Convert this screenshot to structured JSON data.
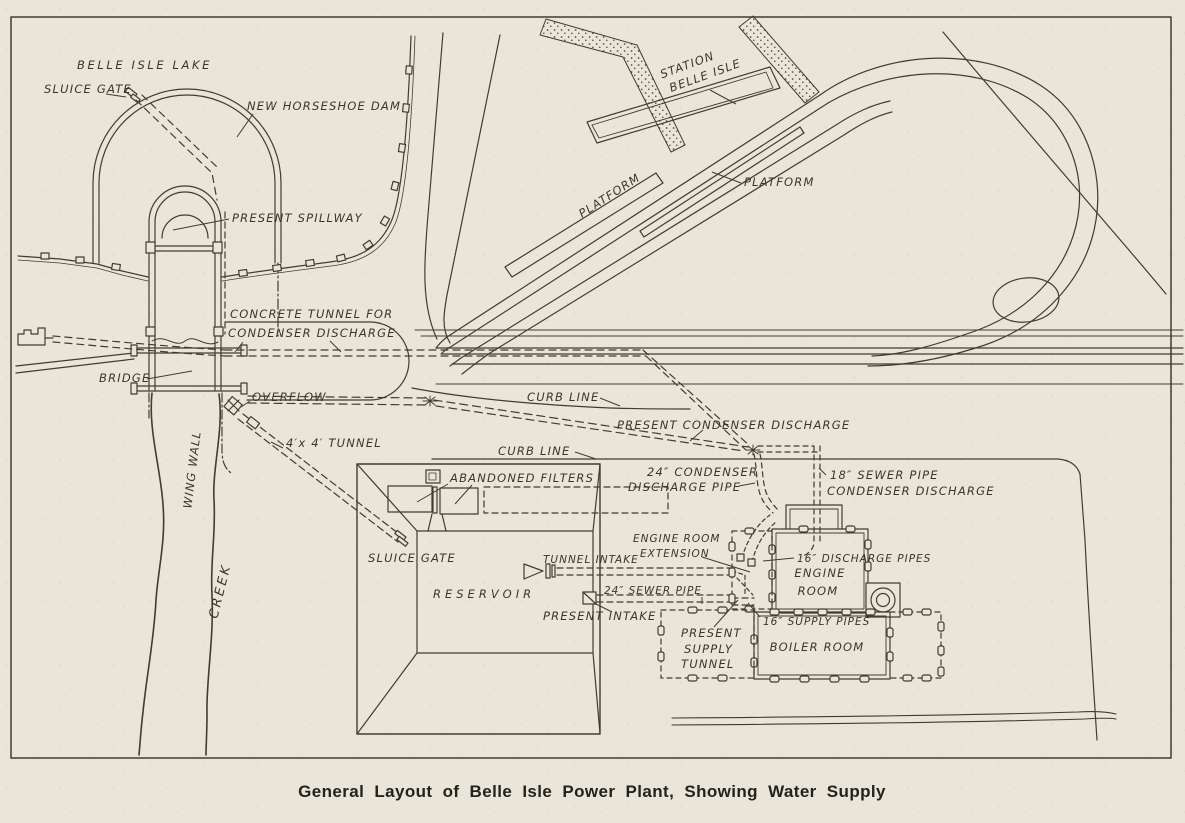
{
  "figure": {
    "caption": "General Layout of Belle Isle Power Plant, Showing Water Supply",
    "type": "scanned engineering plan drawing"
  },
  "colors": {
    "paper": "#e9e6d9",
    "ink": "#403d2e",
    "text_ink": "#393627",
    "caption_ink": "#23221c"
  },
  "labels": {
    "belle_isle_lake": "BELLE ISLE LAKE",
    "sluice_gate_lake": "SLUICE GATE",
    "new_horseshoe_dam": "NEW HORSESHOE DAM",
    "present_spillway": "PRESENT SPILLWAY",
    "station_line1": "STATION",
    "station_line2": "BELLE ISLE",
    "platform_diagonal": "PLATFORM",
    "platform_horizontal": "PLATFORM",
    "concrete_tunnel_line1": "CONCRETE TUNNEL FOR",
    "concrete_tunnel_line2": "CONDENSER DISCHARGE",
    "bridge": "BRIDGE",
    "overflow": "OVERFLOW",
    "wing_wall": "WING WALL",
    "tunnel_4x4": "4′x 4′ TUNNEL",
    "curb_line_upper": "CURB LINE",
    "curb_line_lower": "CURB LINE",
    "present_condenser_discharge": "PRESENT CONDENSER DISCHARGE",
    "pipe24_line1": "24″ CONDENSER",
    "pipe24_line2": "DISCHARGE PIPE",
    "sewer18_line1": "18″ SEWER PIPE",
    "sewer18_line2": "CONDENSER DISCHARGE",
    "abandoned_filters": "ABANDONED FILTERS",
    "sluice_gate_reservoir": "SLUICE GATE",
    "reservoir": "RESERVOIR",
    "tunnel_intake": "TUNNEL INTAKE",
    "sewer_pipe_24": "24″ SEWER PIPE",
    "present_intake": "PRESENT INTAKE",
    "engine_room_ext_line1": "ENGINE ROOM",
    "engine_room_ext_line2": "EXTENSION",
    "discharge_pipes_16": "16″ DISCHARGE PIPES",
    "engine_room_line1": "ENGINE",
    "engine_room_line2": "ROOM",
    "supply_pipes_16": "16″ SUPPLY PIPES",
    "boiler_room": "BOILER ROOM",
    "supply_tunnel_line1": "PRESENT",
    "supply_tunnel_line2": "SUPPLY",
    "supply_tunnel_line3": "TUNNEL",
    "creek": "CREEK"
  }
}
